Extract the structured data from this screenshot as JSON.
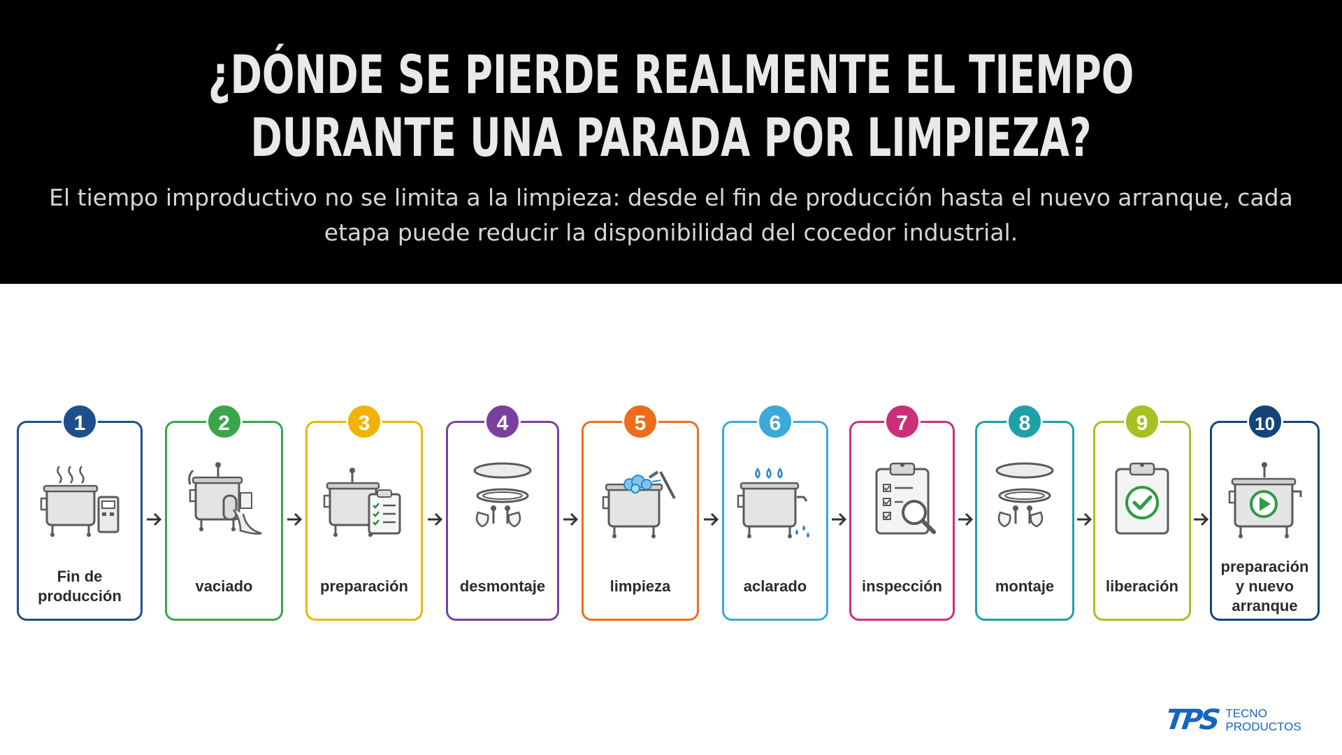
{
  "header": {
    "title_line1": "¿DÓNDE SE PIERDE REALMENTE EL TIEMPO",
    "title_line2": "DURANTE UNA PARADA POR LIMPIEZA?",
    "subtitle_line1": "El tiempo improductivo no se limita a la limpieza: desde el fin de producción hasta el nuevo arranque, cada",
    "subtitle_line2": "etapa puede reducir la disponibilidad del cocedor industrial."
  },
  "steps": [
    {
      "number": "1",
      "label": "Fin de producción",
      "color": "#1f4e8c",
      "icon": "steaming-cooker-icon"
    },
    {
      "number": "2",
      "label": "vaciado",
      "color": "#3aa64a",
      "icon": "emptying-cooker-icon"
    },
    {
      "number": "3",
      "label": "preparación",
      "color": "#f0b400",
      "icon": "cooker-checklist-icon"
    },
    {
      "number": "4",
      "label": "desmontaje",
      "color": "#7b3fa0",
      "icon": "disassembly-parts-icon"
    },
    {
      "number": "5",
      "label": "limpieza",
      "color": "#ef6c1a",
      "icon": "washing-cooker-icon"
    },
    {
      "number": "6",
      "label": "aclarado",
      "color": "#3ba9d9",
      "icon": "rinsing-cooker-icon"
    },
    {
      "number": "7",
      "label": "inspección",
      "color": "#cc2f7a",
      "icon": "inspection-clipboard-icon"
    },
    {
      "number": "8",
      "label": "montaje",
      "color": "#1ea0a8",
      "icon": "assembly-parts-icon"
    },
    {
      "number": "9",
      "label": "liberación",
      "color": "#a8c020",
      "icon": "release-clipboard-check-icon"
    },
    {
      "number": "10",
      "label": "preparación y nuevo arranque",
      "color": "#14457a",
      "icon": "cooker-play-icon"
    }
  ],
  "logo": {
    "mark": "TPS",
    "line1": "TECNO",
    "line2": "PRODUCTOS",
    "color": "#1565c0"
  }
}
